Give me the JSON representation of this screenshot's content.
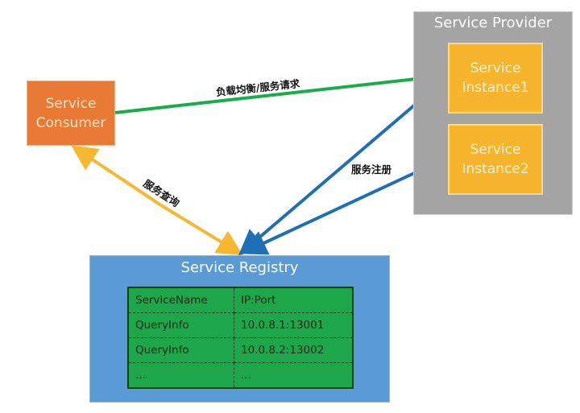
{
  "consumer": {
    "line1": "Service",
    "line2": "Consumer"
  },
  "provider": {
    "title": "Service Provider",
    "instances": [
      {
        "line1": "Service",
        "line2": "Instance1"
      },
      {
        "line1": "Service",
        "line2": "Instance2"
      }
    ]
  },
  "registry": {
    "title": "Service Registry",
    "table": {
      "headers": [
        "ServiceName",
        "IP:Port"
      ],
      "rows": [
        [
          "QueryInfo",
          "10.0.8.1:13001"
        ],
        [
          "QueryInfo",
          "10.0.8.2:13002"
        ],
        [
          "...",
          "..."
        ]
      ]
    }
  },
  "arrows": {
    "load_balance": {
      "label": "负载均衡/服务请求",
      "color": "#1aab4b"
    },
    "query": {
      "label": "服务查询",
      "color": "#f7b731"
    },
    "register": {
      "label": "服务注册",
      "color": "#1f6fb5"
    }
  }
}
